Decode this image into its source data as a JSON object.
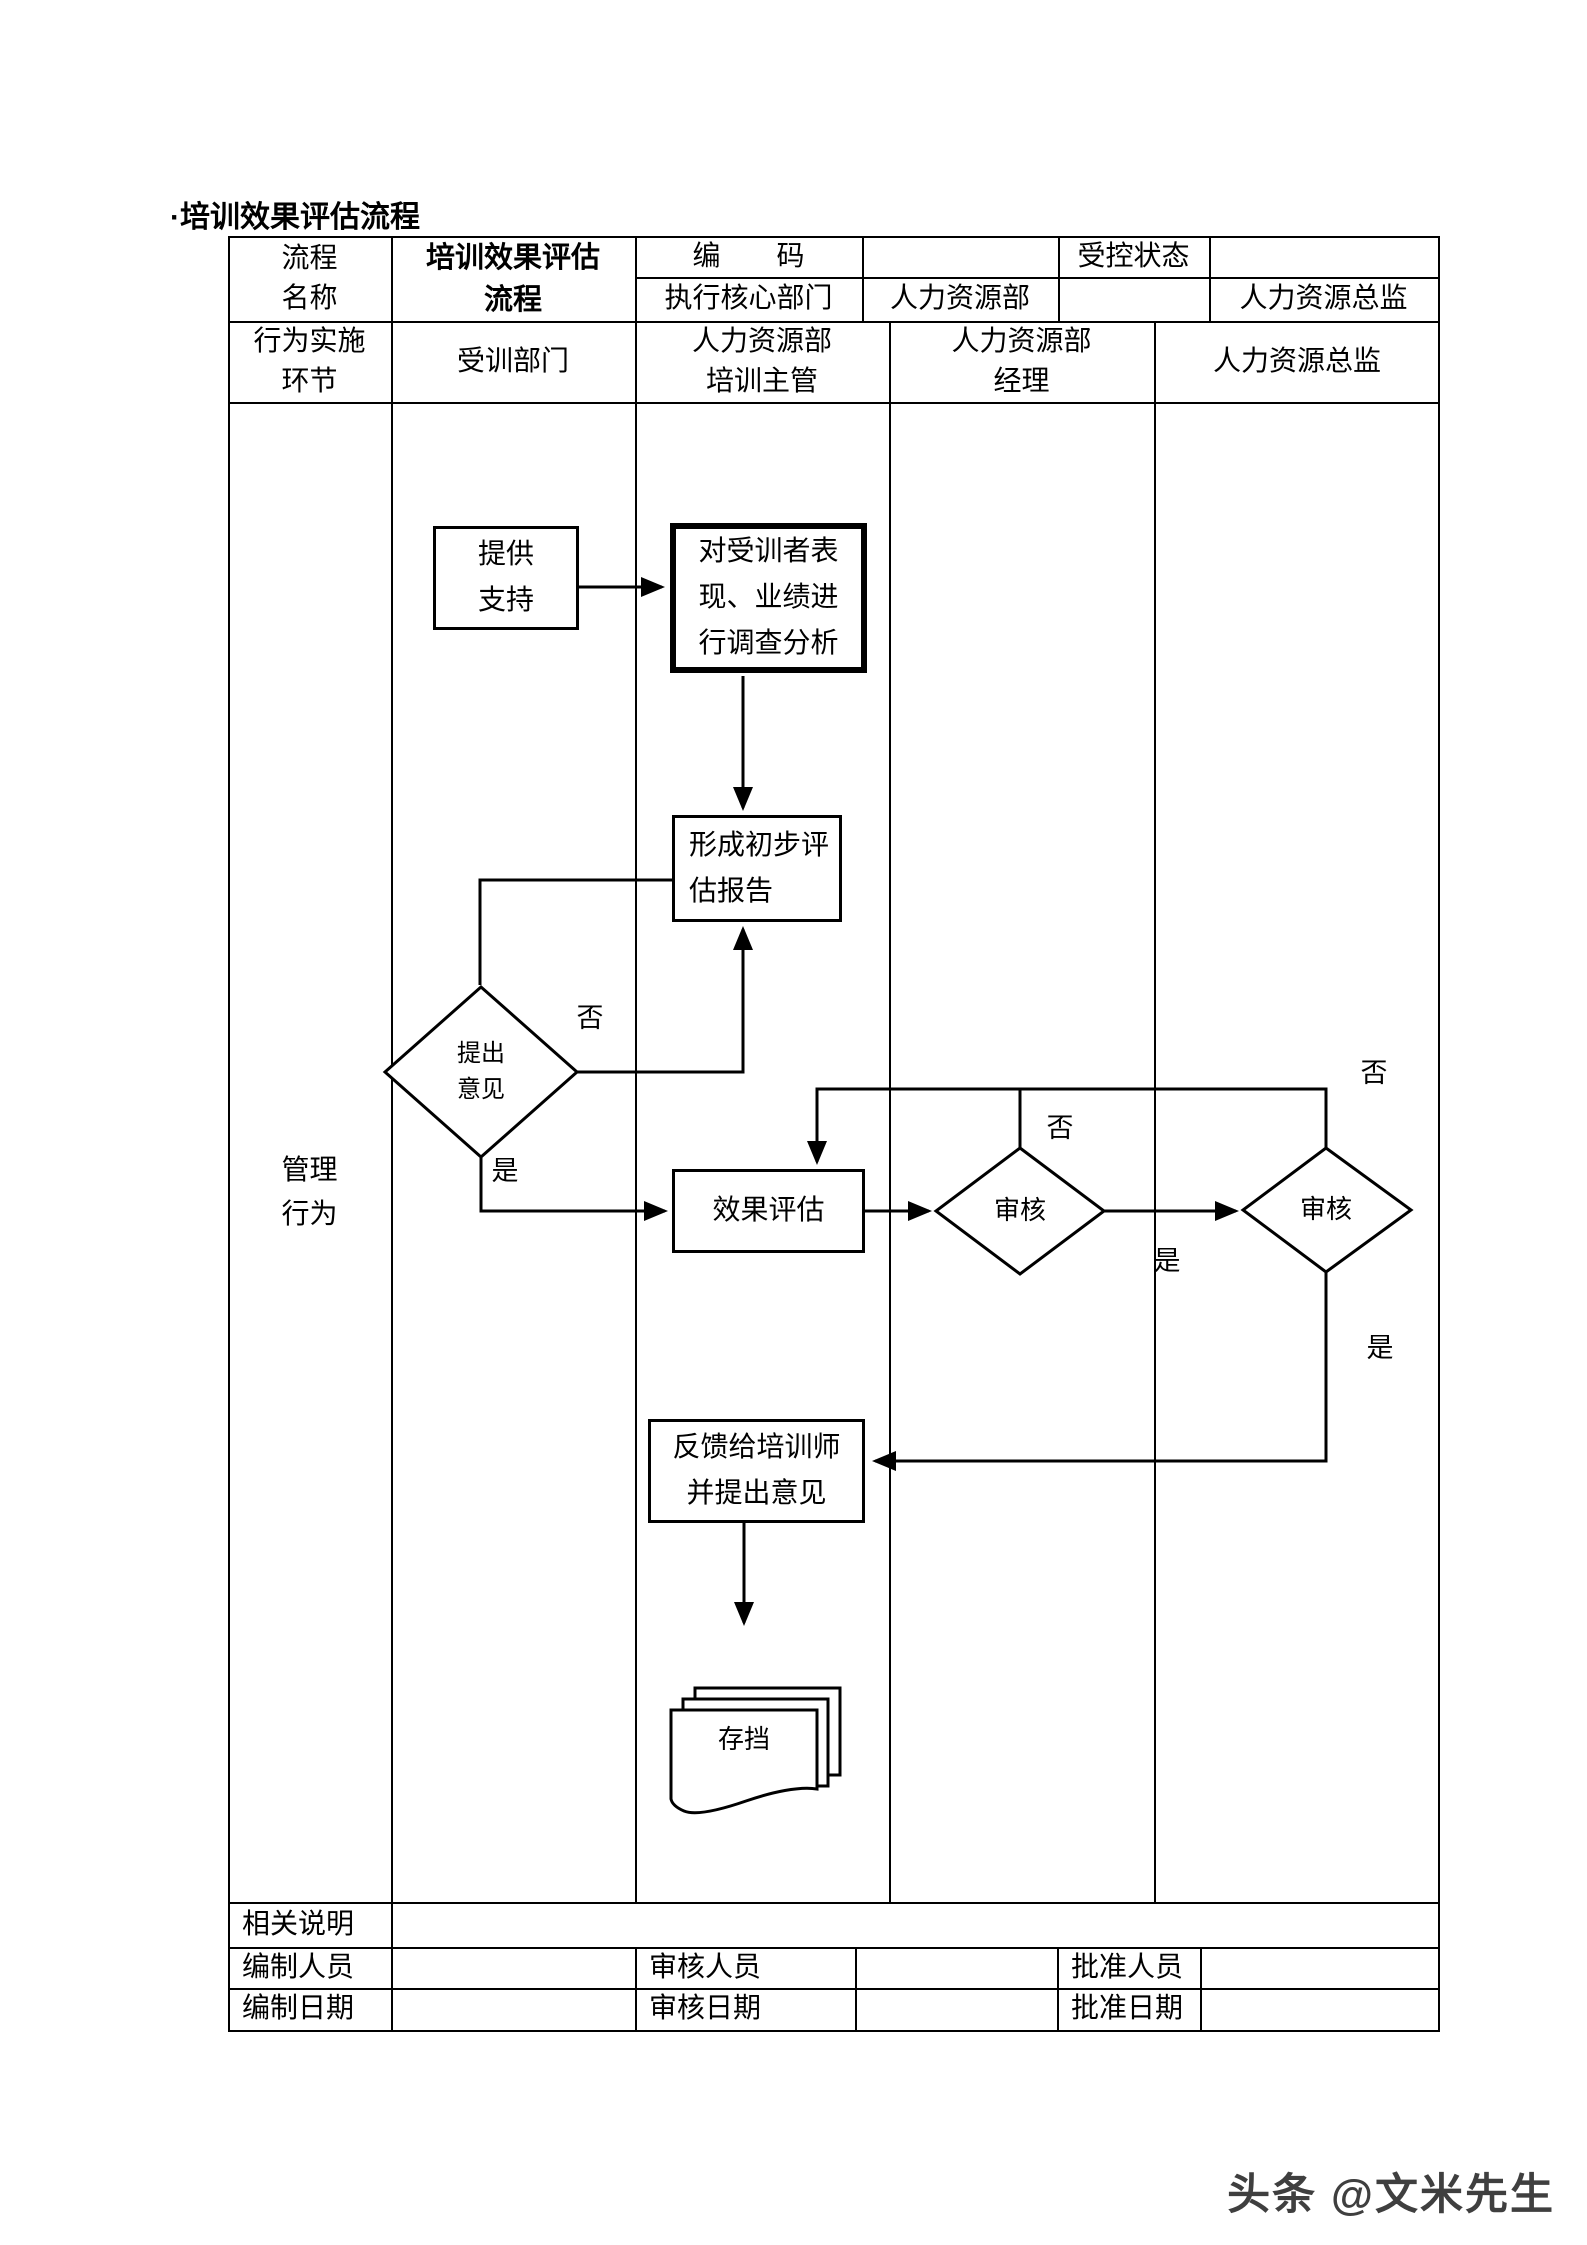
{
  "page": {
    "title": "·培训效果评估流程",
    "watermark": "头条 @文米先生"
  },
  "header": {
    "process_name_label": "流程\n名称",
    "process_name_value": "培训效果评估\n流程",
    "code_label": "编　　码",
    "code_value": "",
    "controlled_state_label": "受控状态",
    "controlled_state_value": "",
    "core_dept_label": "执行核心部门",
    "core_dept_value": "人力资源部",
    "approver_title": "人力资源总监"
  },
  "lanes": {
    "row_header": "行为实施\n环节",
    "lane1": "受训部门",
    "lane2": "人力资源部\n培训主管",
    "lane3": "人力资源部\n经理",
    "lane4": "人力资源总监",
    "management_label": "管理\n行为"
  },
  "flow": {
    "support": "提供\n支持",
    "survey": "对受训者表\n现、业绩进\n行调查分析",
    "report": "形成初步评\n估报告",
    "opinion": "提出\n意见",
    "evaluation": "效果评估",
    "review1": "审核",
    "review2": "审核",
    "feedback": "反馈给培训师\n并提出意见",
    "archive": "存挡",
    "yes": "是",
    "no": "否"
  },
  "footer": {
    "notes_label": "相关说明",
    "maker_label": "编制人员",
    "maker_date_label": "编制日期",
    "reviewer_label": "审核人员",
    "review_date_label": "审核日期",
    "approver_label": "批准人员",
    "approve_date_label": "批准日期"
  }
}
